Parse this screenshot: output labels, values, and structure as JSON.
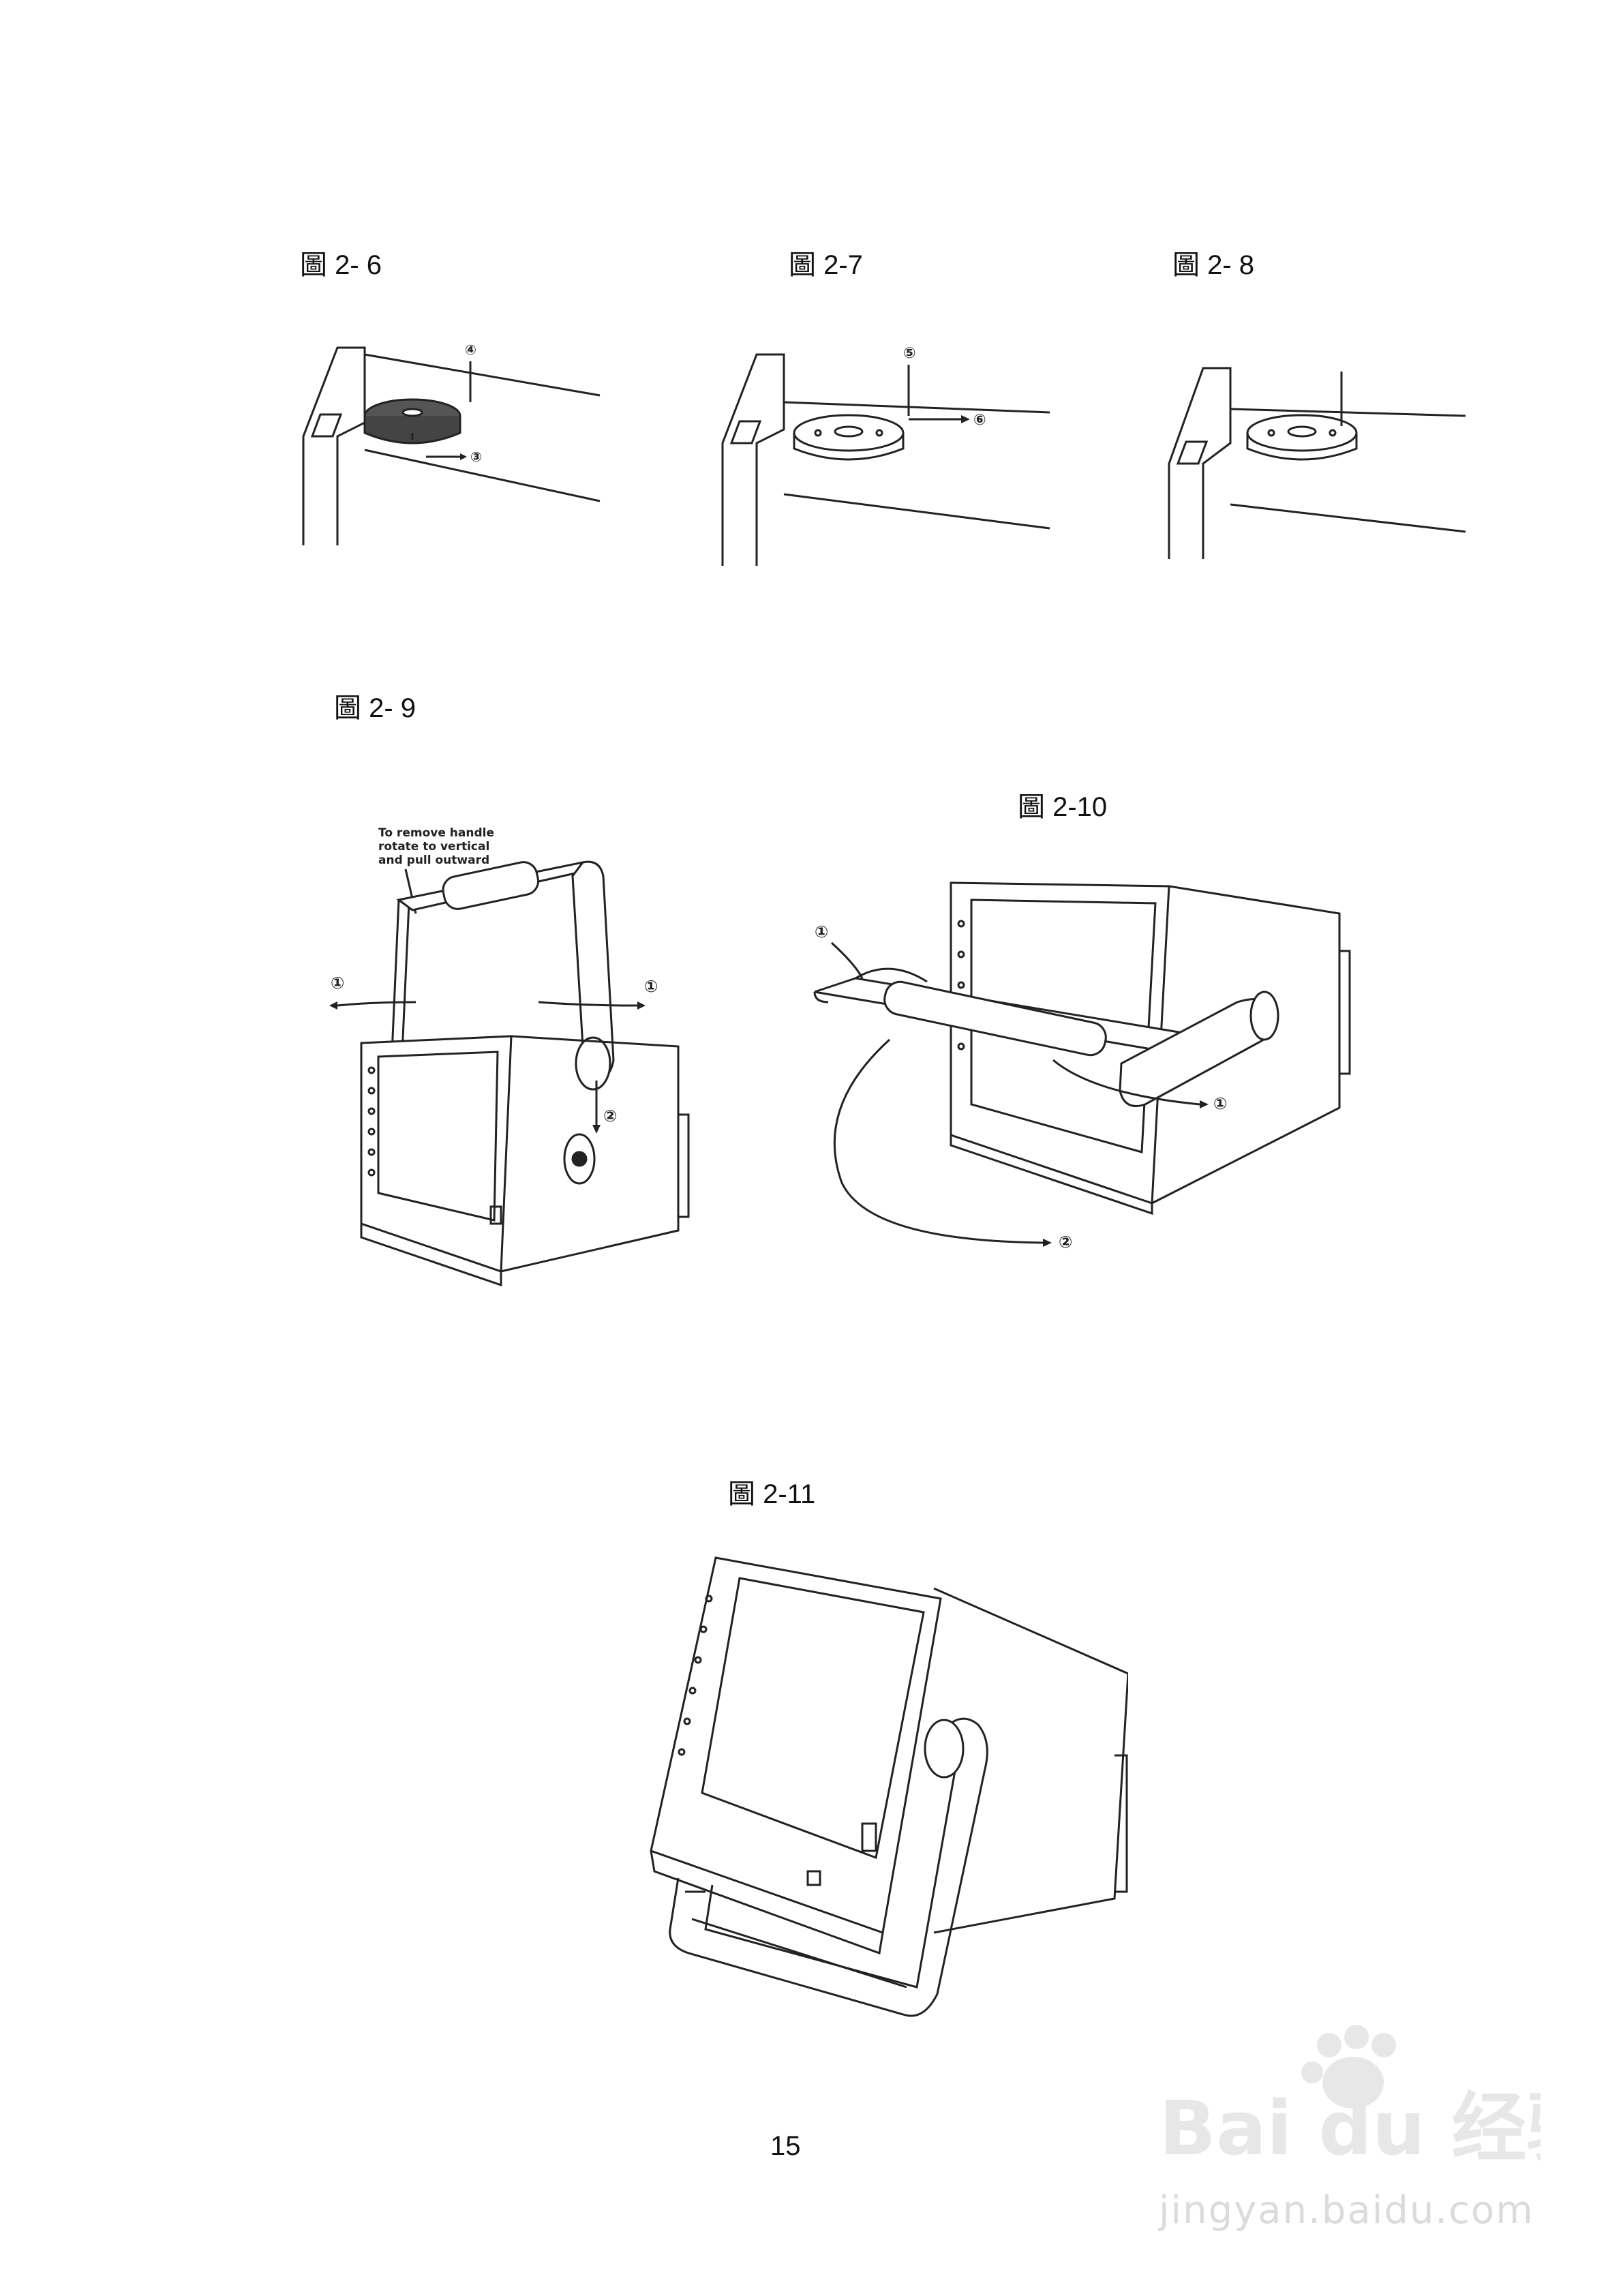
{
  "captions": {
    "fig_2_6": "圖  2- 6",
    "fig_2_7": "圖  2-7",
    "fig_2_8": "圖  2- 8",
    "fig_2_9": "圖  2- 9",
    "fig_2_10": "圖  2-10",
    "fig_2_11": "圖  2-11"
  },
  "fig_2_9": {
    "instruction_line1": "To remove handle",
    "instruction_line2": "rotate to vertical",
    "instruction_line3": "and pull outward"
  },
  "markers": {
    "m1": "①",
    "m2": "②",
    "m4": "④",
    "m5": "⑤",
    "m6": "⑥"
  },
  "page_number": "15",
  "watermark": {
    "brand": "Bai du 经验",
    "url": "jingyan.baidu.com"
  }
}
